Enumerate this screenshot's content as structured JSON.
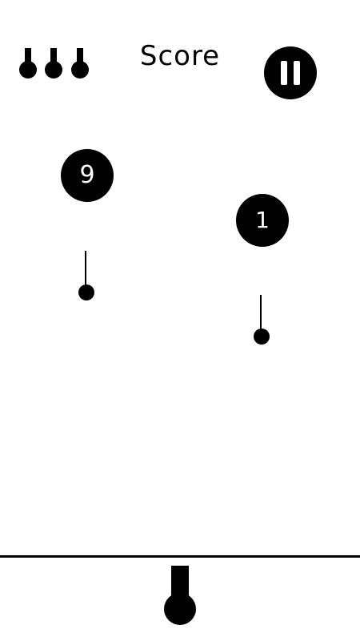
{
  "hud": {
    "lives_remaining": 3,
    "score_label": "Score",
    "pause_icon": "pause-icon"
  },
  "balls": [
    {
      "label": "9"
    },
    {
      "label": "1"
    }
  ],
  "needles_in_flight": 2,
  "shooter": {
    "icon": "pin-shooter-icon"
  },
  "colors": {
    "background": "#ffffff",
    "foreground": "#000000",
    "text_on_ball": "#ffffff"
  }
}
